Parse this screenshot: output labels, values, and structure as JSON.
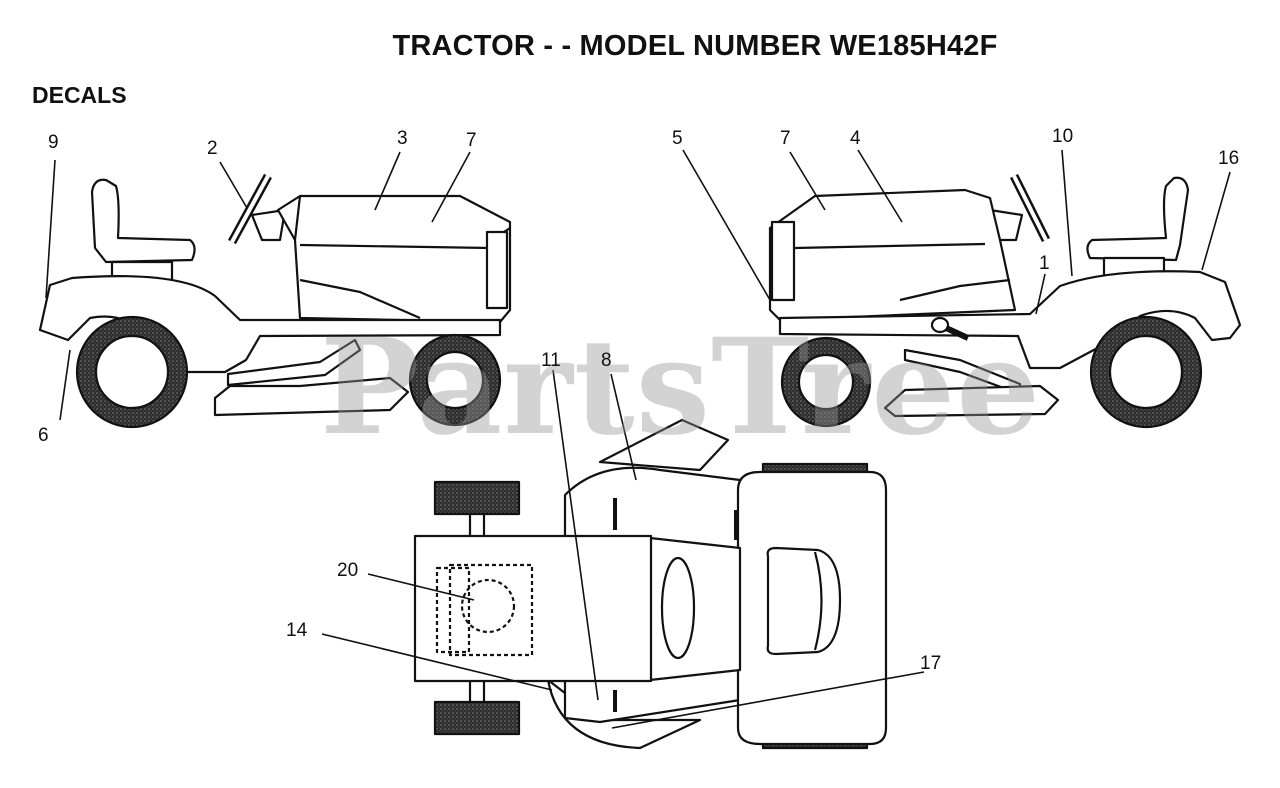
{
  "title": "TRACTOR - - MODEL NUMBER WE185H42F",
  "section_label": "DECALS",
  "watermark": "PartsTree",
  "callouts": [
    "9",
    "2",
    "3",
    "7",
    "6",
    "5",
    "7",
    "4",
    "10",
    "16",
    "1",
    "11",
    "8",
    "20",
    "14",
    "17"
  ],
  "colors": {
    "line": "#111111",
    "tire": "#3a3a3a",
    "watermark": "#969696"
  }
}
